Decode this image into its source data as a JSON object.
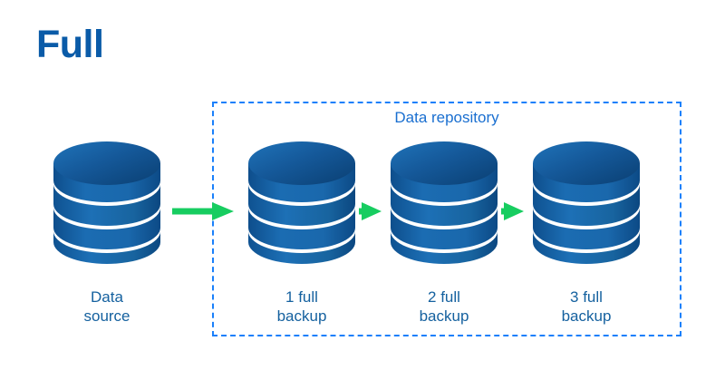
{
  "title": "Full",
  "colors": {
    "title_blue": "#0a5ba8",
    "dashed_border_blue": "#1a80fb",
    "label_blue": "#15619f",
    "repo_label_blue": "#1a6fd0",
    "arrow_green": "#17cd60",
    "cylinder_dark": "#0d4880",
    "cylinder_mid": "#155a9b",
    "cylinder_light": "#1d6fb8",
    "background": "#ffffff"
  },
  "repository": {
    "label": "Data repository",
    "border_style": "dashed"
  },
  "nodes": [
    {
      "id": "data-source",
      "caption": "Data\nsource",
      "icon": "database-cylinder-icon",
      "in_repository": false
    },
    {
      "id": "backup-1",
      "caption": "1 full\nbackup",
      "icon": "database-cylinder-icon",
      "in_repository": true
    },
    {
      "id": "backup-2",
      "caption": "2 full\nbackup",
      "icon": "database-cylinder-icon",
      "in_repository": true
    },
    {
      "id": "backup-3",
      "caption": "3 full\nbackup",
      "icon": "database-cylinder-icon",
      "in_repository": true
    }
  ],
  "arrows": [
    {
      "id": "arrow-source-to-backup1",
      "icon": "arrow-right-icon",
      "style": "long-line"
    },
    {
      "id": "arrow-backup1-to-backup2",
      "icon": "arrow-right-icon",
      "style": "short-head"
    },
    {
      "id": "arrow-backup2-to-backup3",
      "icon": "arrow-right-icon",
      "style": "short-head"
    }
  ]
}
